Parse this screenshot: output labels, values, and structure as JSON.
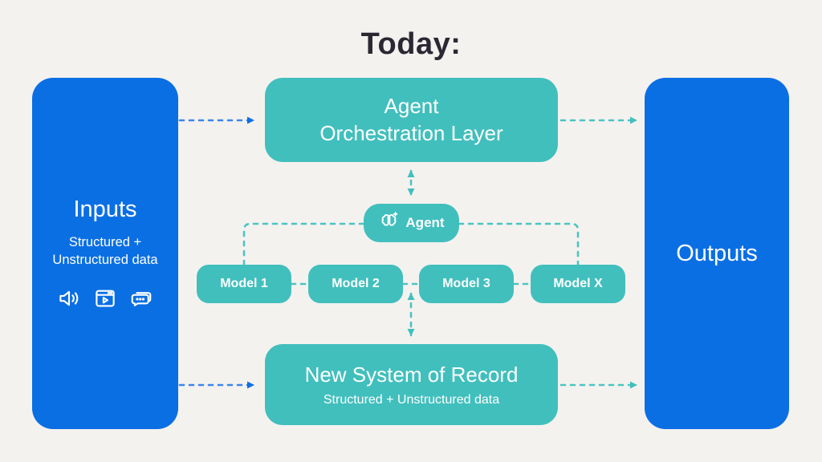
{
  "title": "Today:",
  "colors": {
    "panel_blue": "#0b6fe4",
    "box_teal": "#41bfbd",
    "background": "#f4f2ef",
    "title_text": "#2b2833",
    "blue_dash": "#3c86ea",
    "teal_dash": "#4cc4c2",
    "text_on_fill": "#ffffff"
  },
  "inputs_panel": {
    "title": "Inputs",
    "subtitle": "Structured + Unstructured data",
    "icons": [
      "audio-speaker-icon",
      "video-player-icon",
      "chat-bubbles-icon"
    ]
  },
  "outputs_panel": {
    "title": "Outputs"
  },
  "orchestration_box": {
    "line1": "Agent",
    "line2": "Orchestration Layer"
  },
  "agent_pill": {
    "label": "Agent",
    "icon": "brain-sparkle-icon"
  },
  "models": [
    {
      "label": "Model 1"
    },
    {
      "label": "Model 2"
    },
    {
      "label": "Model 3"
    },
    {
      "label": "Model X"
    }
  ],
  "system_of_record": {
    "title": "New System of Record",
    "subtitle": "Structured + Unstructured data"
  }
}
